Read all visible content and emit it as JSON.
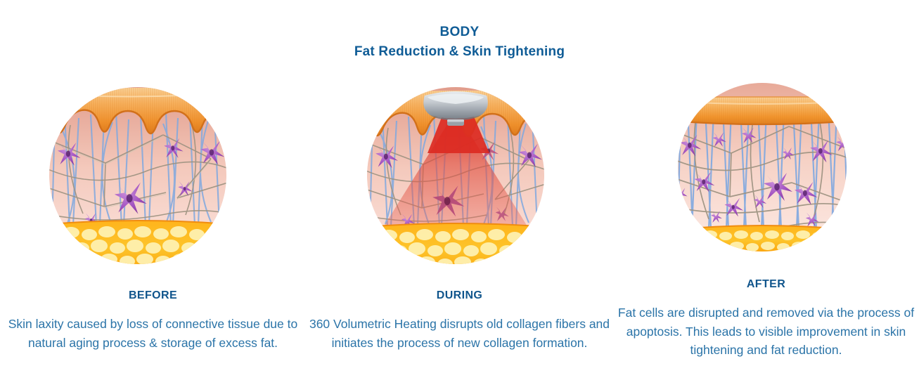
{
  "title": {
    "line1": "BODY",
    "line2": "Fat Reduction & Skin Tightening"
  },
  "colors": {
    "heading_blue": "#10558C",
    "caption_blue": "#2B74A8",
    "epidermis_orange": "#F2922E",
    "epidermis_light": "#FBC37A",
    "dermis_top": "#E4A394",
    "dermis_bottom": "#FBE3DE",
    "fat_cell_wall": "#FBA40D",
    "fat_cell_fill": "#FEF0AE",
    "fibroblast_purple": "#A455C2",
    "fibroblast_dark": "#7E3590",
    "elastin_blue": "#7FA8E0",
    "collagen_tan": "#B5A98E",
    "muscle_red": "#F47C68",
    "energy_red": "#E0302A",
    "applicator_gray": "#B9BEC4",
    "arc_blue": "#1B9AD6"
  },
  "panels": [
    {
      "id": "before",
      "heading": "BEFORE",
      "caption": "Skin laxity caused by loss of connective tissue due to natural aging process & storage of excess fat.",
      "illustration": "skin-cross-section-before",
      "features": {
        "epidermis_shape": "wavy-sagging",
        "fat_layer": "thick",
        "collagen_density": "sparse-disorganized",
        "fibroblast_count": 8,
        "applicator_present": false,
        "energy_beam": false
      }
    },
    {
      "id": "during",
      "heading": "DURING",
      "caption": "360 Volumetric Heating disrupts old collagen fibers and initiates the process of new collagen formation.",
      "illustration": "skin-cross-section-during",
      "features": {
        "epidermis_shape": "wavy-sagging",
        "fat_layer": "thick",
        "collagen_density": "sparse-disorganized",
        "fibroblast_count": 7,
        "applicator_present": true,
        "energy_beam": true
      }
    },
    {
      "id": "after",
      "heading": "AFTER",
      "caption": "Fat cells are disrupted and removed via the process of apoptosis. This leads to visible improvement in skin tightening and fat reduction.",
      "illustration": "skin-cross-section-after",
      "features": {
        "epidermis_shape": "flat-smooth",
        "fat_layer": "thin",
        "collagen_density": "dense-organized",
        "fibroblast_count": 14,
        "applicator_present": false,
        "energy_beam": false
      }
    }
  ]
}
